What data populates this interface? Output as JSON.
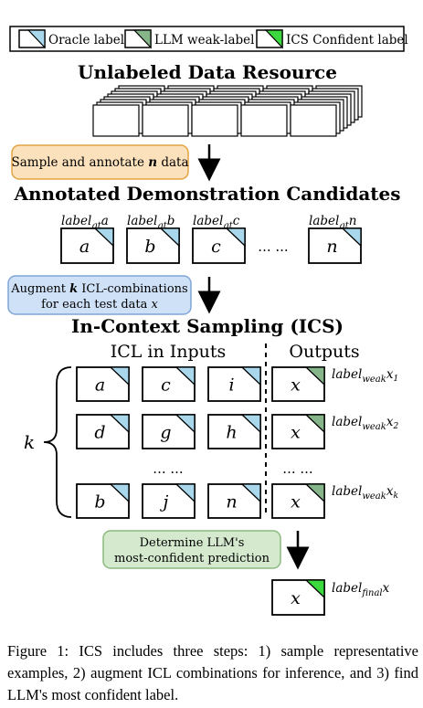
{
  "colors": {
    "oracle": "#a9d8ec",
    "weak": "#86b58a",
    "confident": "#3bd83e",
    "step_orange_fill": "#fbe1bc",
    "step_orange_border": "#e3a440",
    "step_blue_fill": "#cfe1f7",
    "step_blue_border": "#7fa5d6",
    "step_green_fill": "#d5e9cf",
    "step_green_border": "#8bba7f"
  },
  "legend": {
    "oracle_label": "Oracle label",
    "weak_label": "LLM weak-label",
    "confident_label": "ICS Confident label"
  },
  "titles": {
    "unlabeled": "Unlabeled Data Resource",
    "annotated": "Annotated Demonstration Candidates",
    "ics": "In-Context Sampling (ICS)"
  },
  "steps": {
    "sample_pre": "Sample and annotate ",
    "sample_var": "n",
    "sample_post": " data",
    "augment_line1_pre": "Augment ",
    "augment_line1_var": "k",
    "augment_line1_post": " ICL-combinations",
    "augment_line2_pre": "for each test data ",
    "augment_line2_var": "x",
    "determine_line1": "Determine LLM's",
    "determine_line2": "most-confident prediction"
  },
  "candidates": [
    {
      "letter": "a",
      "label_base": "label",
      "label_sub": "gt",
      "label_var": "a"
    },
    {
      "letter": "b",
      "label_base": "label",
      "label_sub": "gt",
      "label_var": "b"
    },
    {
      "letter": "c",
      "label_base": "label",
      "label_sub": "gt",
      "label_var": "c"
    },
    {
      "letter": "n",
      "label_base": "label",
      "label_sub": "gt",
      "label_var": "n"
    }
  ],
  "candidate_ellipsis": "... ...",
  "ics": {
    "inputs_header": "ICL in Inputs",
    "outputs_header": "Outputs",
    "k_label": "k",
    "rows": [
      {
        "inputs": [
          "a",
          "c",
          "i"
        ],
        "output": "x",
        "label_base": "label",
        "label_sub": "weak",
        "label_var": "x",
        "label_idx": "1"
      },
      {
        "inputs": [
          "d",
          "g",
          "h"
        ],
        "output": "x",
        "label_base": "label",
        "label_sub": "weak",
        "label_var": "x",
        "label_idx": "2"
      },
      {
        "inputs": [
          "b",
          "j",
          "n"
        ],
        "output": "x",
        "label_base": "label",
        "label_sub": "weak",
        "label_var": "x",
        "label_idx": "k"
      }
    ],
    "row_ellipsis_inputs": "... ...",
    "row_ellipsis_outputs": "... ..."
  },
  "final": {
    "letter": "x",
    "label_base": "label",
    "label_sub": "final",
    "label_var": "x"
  },
  "caption": "Figure 1: ICS includes three steps: 1) sample representative examples, 2) augment ICL combinations for inference, and 3) find LLM's most confident label."
}
